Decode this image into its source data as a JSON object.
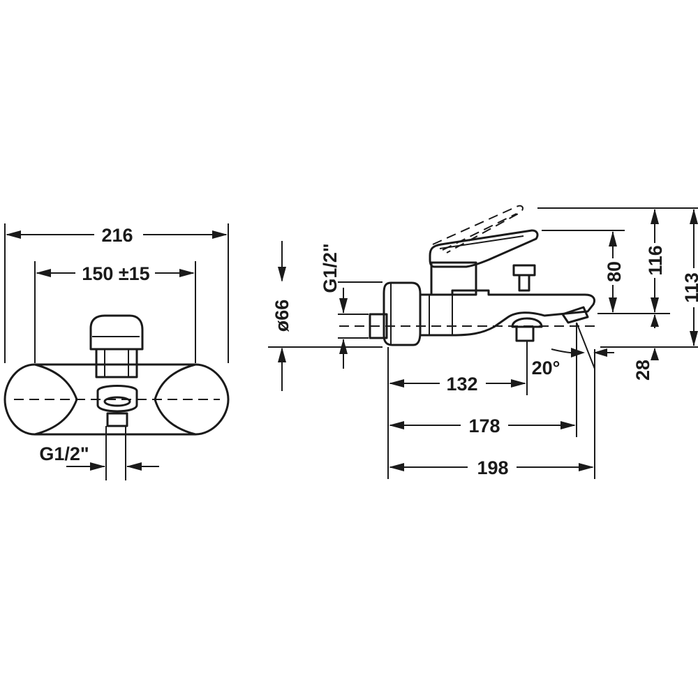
{
  "front_view": {
    "dim_overall_width": "216",
    "dim_connection_spacing": "150 ±15",
    "dim_connection_thread": "G1/2\""
  },
  "side_view": {
    "dim_connection_thread": "G1/2\"",
    "dim_rosette_diameter": "ø66",
    "dim_outlet_to_spout_1": "132",
    "dim_projection_spout": "178",
    "dim_projection_total": "198",
    "dim_spout_angle": "20°",
    "dim_height_80": "80",
    "dim_height_116": "116",
    "dim_height_113": "113",
    "dim_spout_offset": "28"
  }
}
